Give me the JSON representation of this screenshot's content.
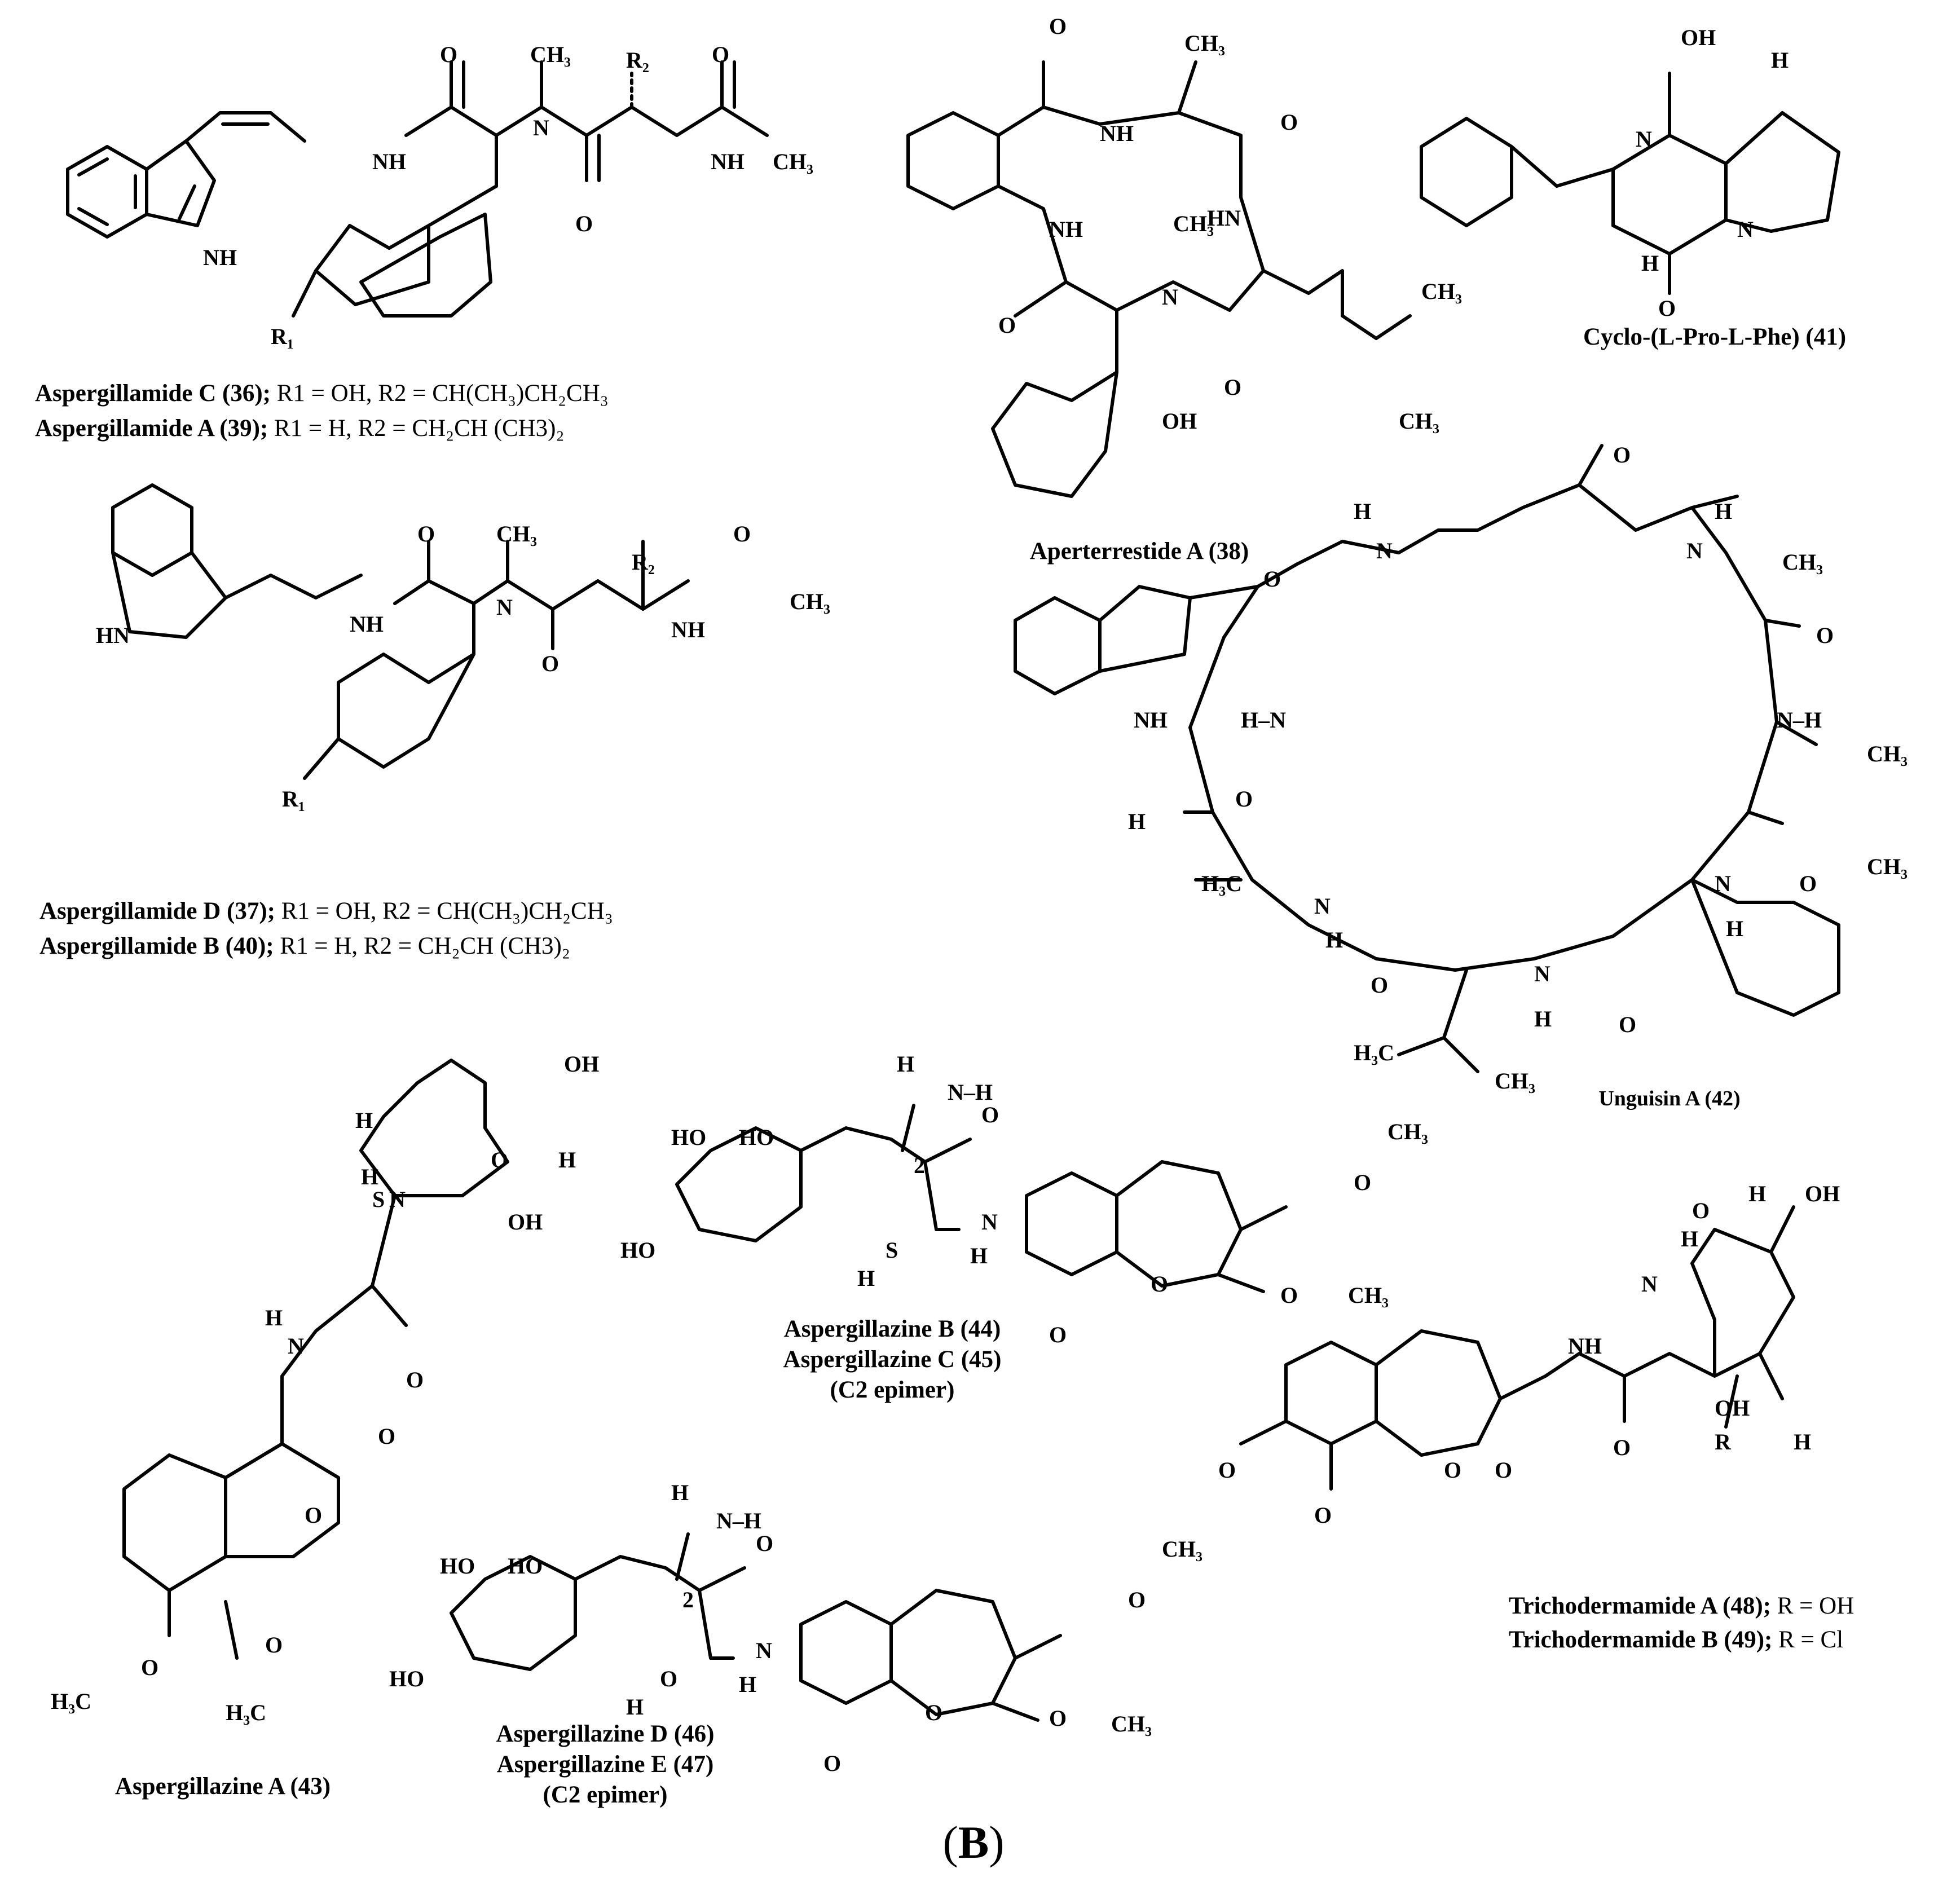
{
  "panel_label": {
    "open": "(",
    "letter": "B",
    "close": ")"
  },
  "compounds": {
    "c36": {
      "name": "Aspergillamide C (36);",
      "detail": "R1 = OH, R2 = CH(CH₃)CH₂CH₃"
    },
    "c39": {
      "name": "Aspergillamide A (39);",
      "detail": "R1 = H,    R2 = CH₂CH (CH3)₂"
    },
    "c37": {
      "name": "Aspergillamide D (37);",
      "detail": "R1 = OH, R2 = CH(CH₃)CH₂CH₃"
    },
    "c40": {
      "name": "Aspergillamide B (40);",
      "detail": "R1 = H,    R2 = CH₂CH (CH3)₂"
    },
    "c38": {
      "name": "Aperterrestide A (38)"
    },
    "c41": {
      "name": "Cyclo-(L-Pro-L-Phe) (41)"
    },
    "c42": {
      "name": "Unguisin A (42)"
    },
    "c43": {
      "name": "Aspergillazine A (43)"
    },
    "c44": {
      "line1": "Aspergillazine B (44)",
      "line2": "Aspergillazine C (45)",
      "line3": "(C2 epimer)"
    },
    "c46": {
      "line1": "Aspergillazine D (46)",
      "line2": "Aspergillazine E (47)",
      "line3": "(C2 epimer)"
    },
    "c48": {
      "name": "Trichodermamide A (48);",
      "detail": "R = OH"
    },
    "c49": {
      "name": "Trichodermamide B (49);",
      "detail": "R = Cl"
    }
  },
  "atom_labels": {
    "O": "O",
    "N": "N",
    "NH": "NH",
    "HN": "HN",
    "H": "H",
    "S": "S",
    "OH": "OH",
    "HO": "HO",
    "CH3": "CH₃",
    "H3C": "H₃C",
    "R1": "R₁",
    "R2": "R₂",
    "R": "R",
    "two": "2",
    "NH_H": "N–H",
    "H_N": "H–N"
  }
}
